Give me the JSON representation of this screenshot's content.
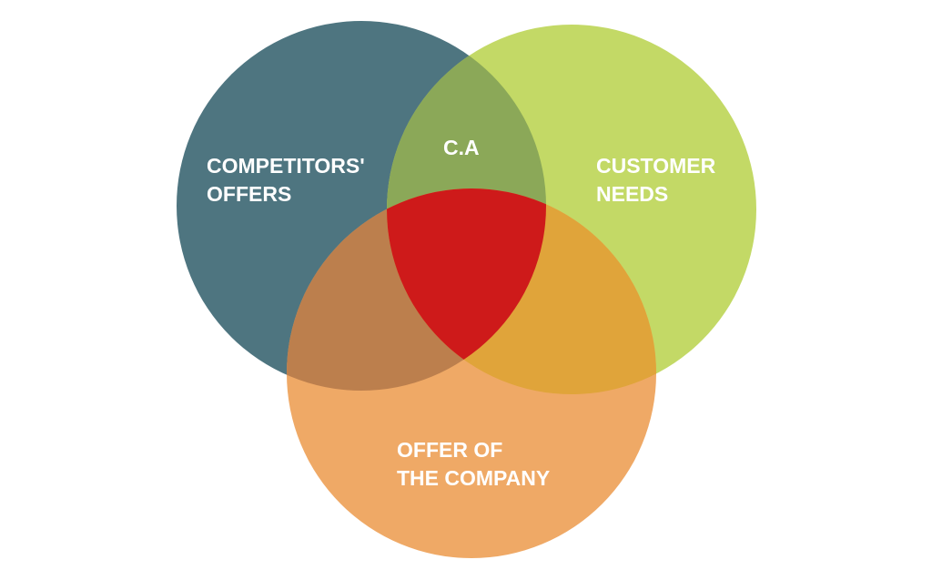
{
  "diagram": {
    "type": "venn",
    "sets": [
      {
        "id": "competitors",
        "label_lines": [
          "COMPETITORS'",
          "OFFERS"
        ],
        "color": "#4E7580"
      },
      {
        "id": "customer",
        "label_lines": [
          "CUSTOMER",
          "NEEDS"
        ],
        "color": "#C3D966"
      },
      {
        "id": "company",
        "label_lines": [
          "OFFER OF",
          "THE COMPANY"
        ],
        "color": "#EFA966"
      }
    ],
    "intersections": [
      {
        "id": "competitors-customer",
        "label": "C.A",
        "color": "#8BA858"
      },
      {
        "id": "competitors-company",
        "label": "",
        "color": "#BC7F4D"
      },
      {
        "id": "customer-company",
        "label": "",
        "color": "#E0A43A"
      },
      {
        "id": "all",
        "label": "",
        "color": "#CE1A1A"
      }
    ]
  }
}
